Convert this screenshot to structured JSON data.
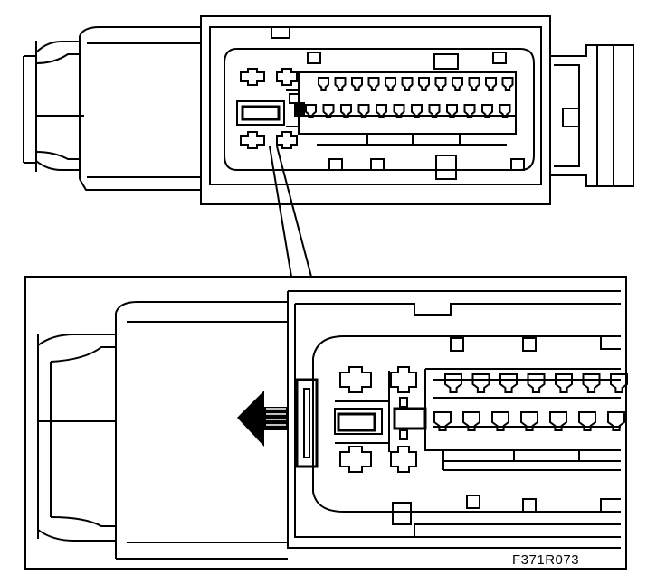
{
  "figure": {
    "code": "F371R073"
  },
  "colors": {
    "line": "#000000",
    "background": "#ffffff"
  },
  "top_view": {
    "small_pins_upper_row": 12,
    "small_pins_lower_row": 12,
    "large_terminals": 4
  },
  "detail_view": {
    "small_pins_upper_row": 7,
    "small_pins_lower_row": 7,
    "large_terminals": 4,
    "arrow_direction": "left"
  }
}
